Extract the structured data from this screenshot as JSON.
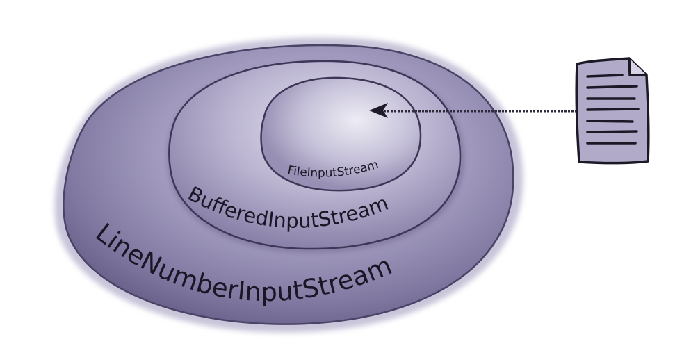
{
  "diagram": {
    "layers": [
      {
        "id": "outer",
        "label": "LineNumberInputStream"
      },
      {
        "id": "middle",
        "label": "BufferedInputStream"
      },
      {
        "id": "inner",
        "label": "FileInputStream"
      }
    ],
    "source": {
      "icon": "document-icon"
    },
    "connection": {
      "icon": "arrow-left-icon",
      "style": "dotted"
    },
    "colors": {
      "outer_fill": "#8d86ad",
      "middle_fill": "#aaa3c4",
      "inner_fill": "#c5c0d8",
      "outline": "#3d3657",
      "document_fill": "#b1aac9",
      "arrow": "#2e2a3c"
    }
  }
}
